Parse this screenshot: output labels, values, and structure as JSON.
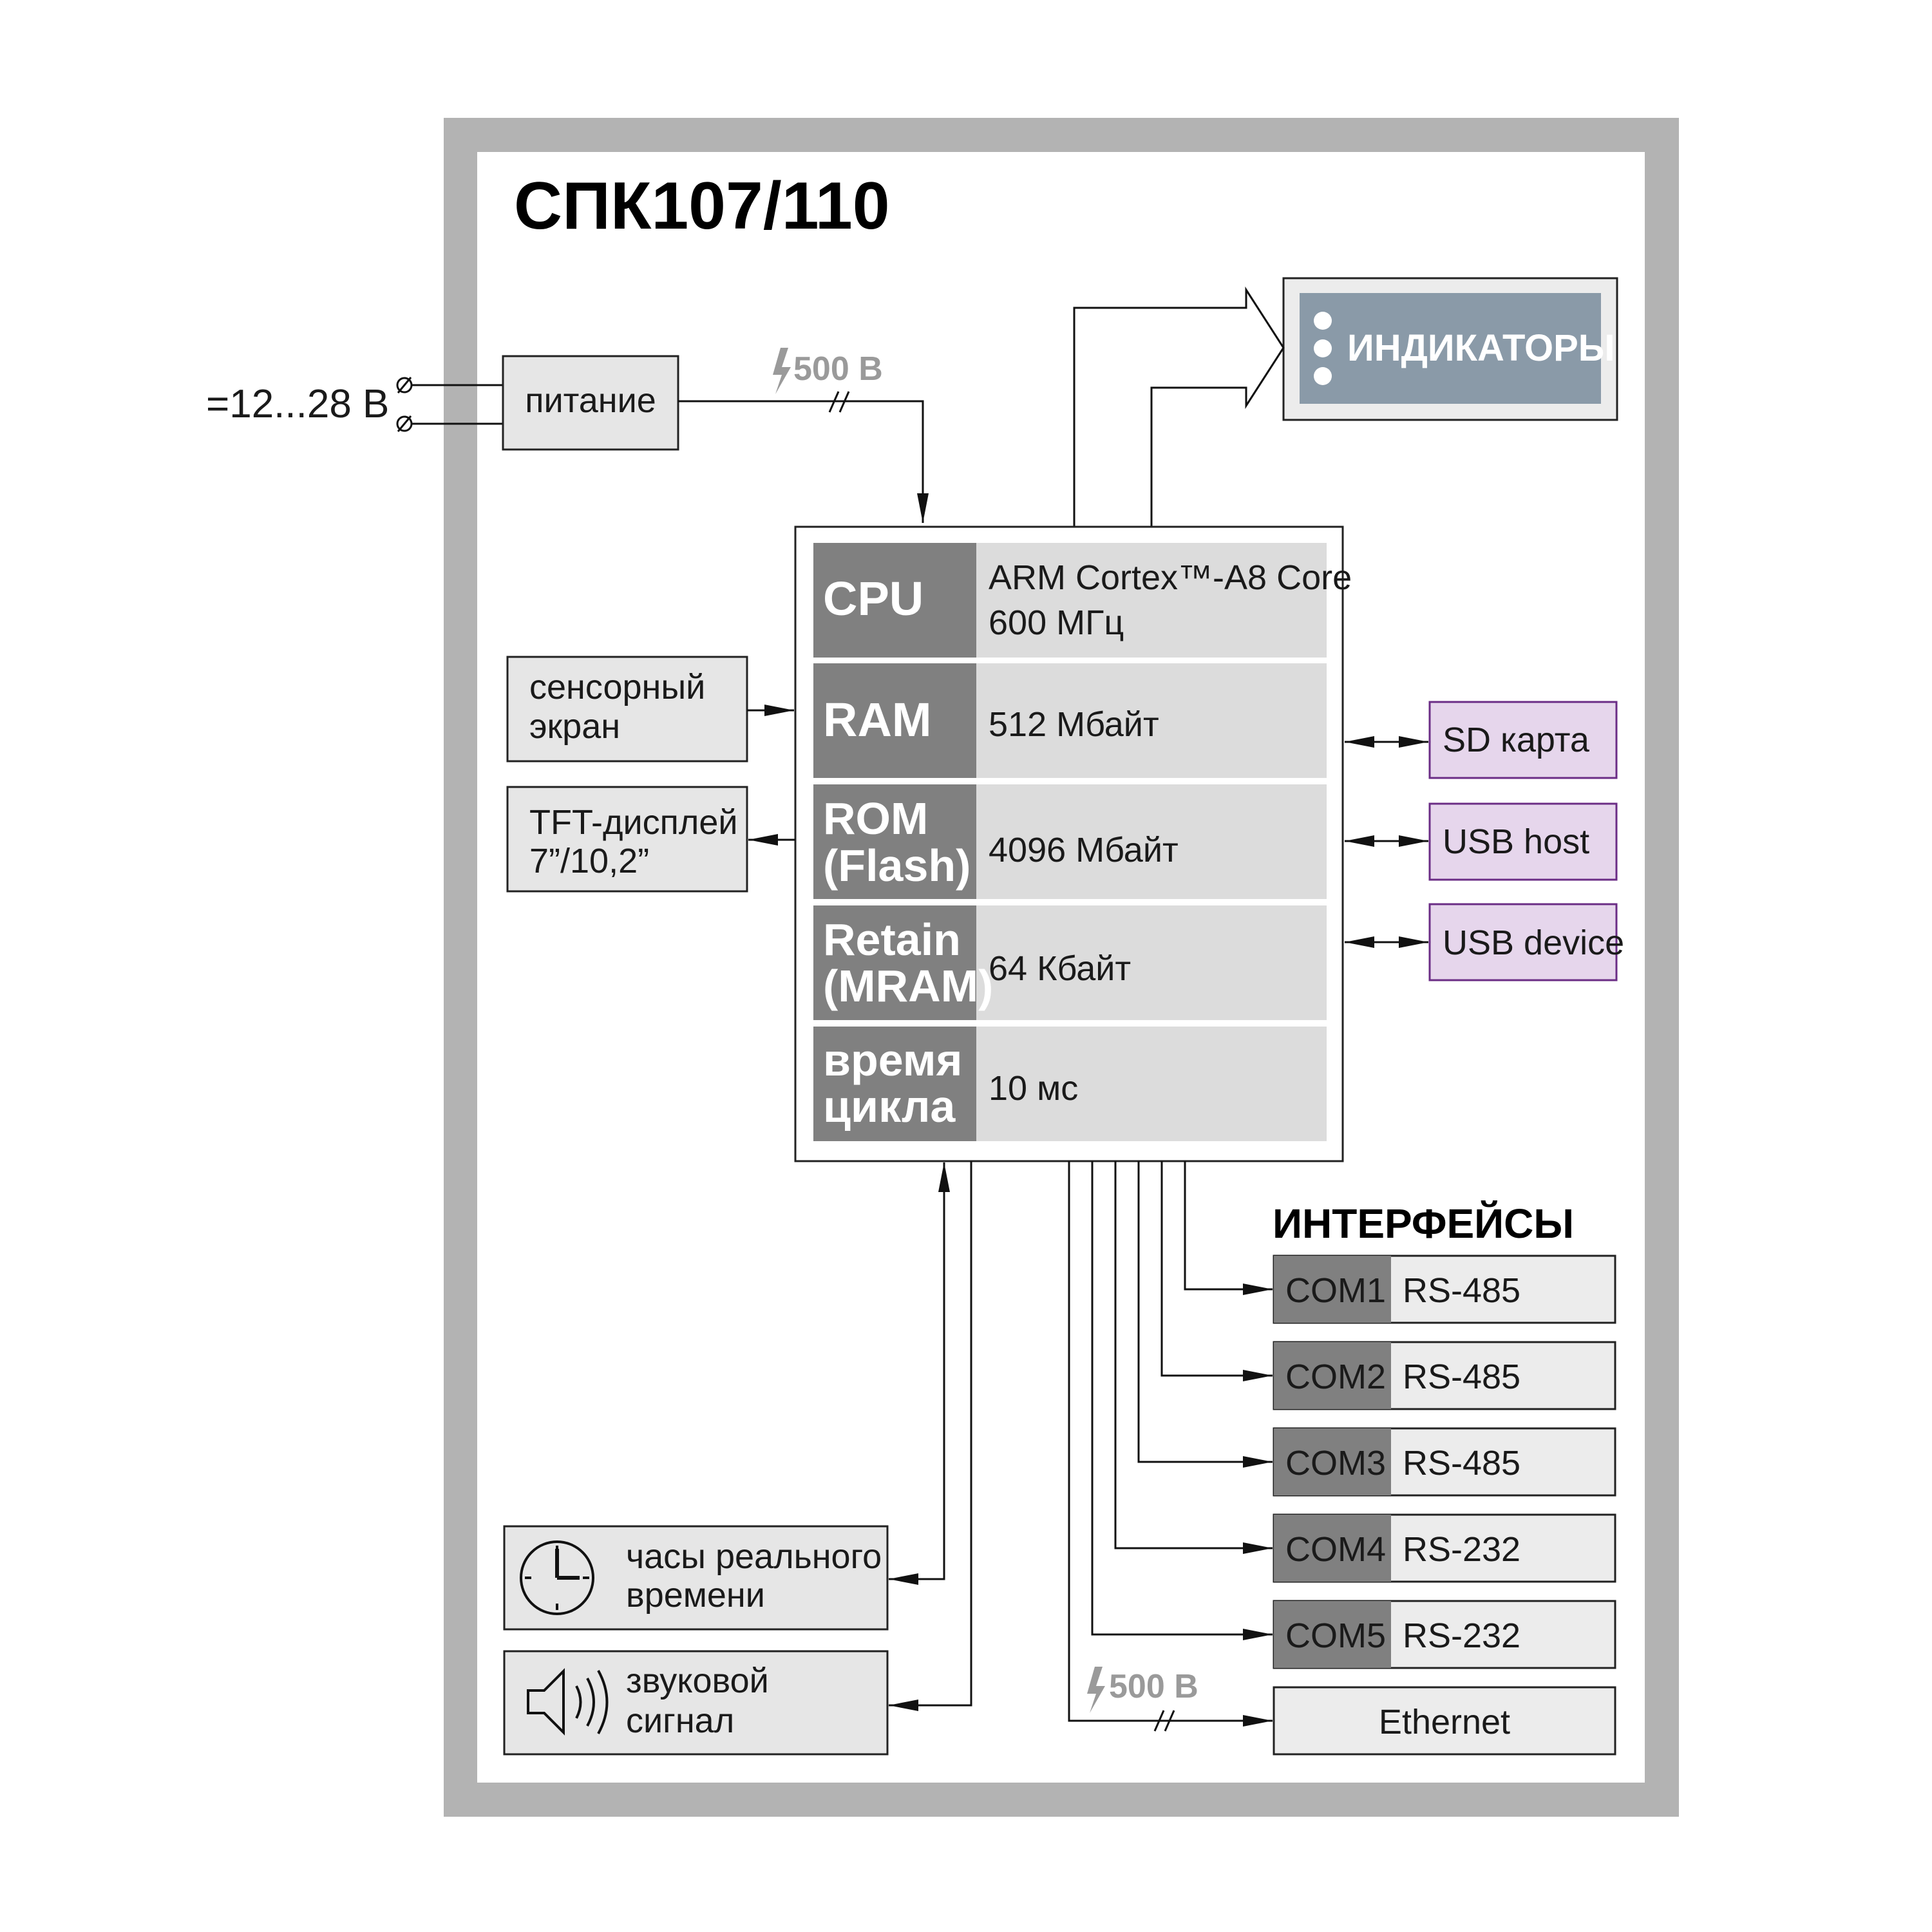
{
  "title": "СПК107/110",
  "power": {
    "input_voltage": "=12...28 В",
    "supply_label": "питание",
    "isolation_label": "500 В"
  },
  "indicators": {
    "label": "ИНДИКАТОРЫ"
  },
  "core": {
    "rows": [
      {
        "name": "CPU",
        "value_lines": [
          "ARM Cortex™-A8 Core",
          "600 МГц"
        ]
      },
      {
        "name": "RAM",
        "value": "512 Мбайт"
      },
      {
        "name_lines": [
          "ROM",
          "(Flash)"
        ],
        "value": "4096 Мбайт"
      },
      {
        "name_lines": [
          "Retain",
          "(MRAM)"
        ],
        "value": "64 Кбайт"
      },
      {
        "name_lines": [
          "время",
          "цикла"
        ],
        "value": "10 мс"
      }
    ]
  },
  "left_blocks": {
    "touch_lines": [
      "сенсорный",
      "экран"
    ],
    "display_lines": [
      "TFT-дисплей",
      "7”/10,2”"
    ],
    "rtc_lines": [
      "часы реального",
      "времени"
    ],
    "sound_lines": [
      "звуковой",
      "сигнал"
    ]
  },
  "storage": {
    "items": [
      "SD карта",
      "USB host",
      "USB device"
    ],
    "color": "#6b2d86"
  },
  "interfaces": {
    "heading": "ИНТЕРФЕЙСЫ",
    "ports": [
      {
        "port": "COM1",
        "standard": "RS-485"
      },
      {
        "port": "COM2",
        "standard": "RS-485"
      },
      {
        "port": "COM3",
        "standard": "RS-485"
      },
      {
        "port": "COM4",
        "standard": "RS-232"
      },
      {
        "port": "COM5",
        "standard": "RS-232"
      }
    ],
    "ethernet_label": "Ethernet",
    "isolation_label": "500 В"
  },
  "colors": {
    "frame": "#b3b3b3",
    "block_fill": "#e6e6e6",
    "core_label_fill": "#808080",
    "core_value_fill": "#dcdcdc",
    "indicator_fill": "#8a9aa8",
    "storage_fill": "#e6d6ec",
    "isolation_text": "#9a9a9a"
  },
  "icons": [
    "clock-icon",
    "speaker-icon",
    "lightning-icon",
    "led-dot-icon"
  ]
}
